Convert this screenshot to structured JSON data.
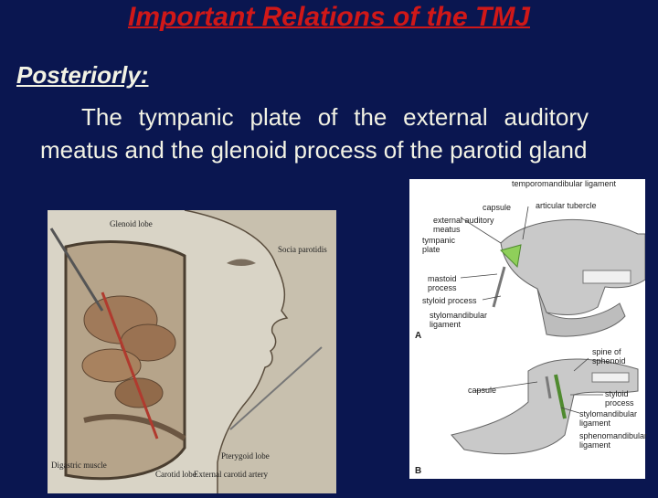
{
  "slide": {
    "title": "Important Relations of the TMJ",
    "subheading": "Posteriorly:",
    "body": "The tympanic plate of the external auditory meatus and the glenoid process of the parotid gland"
  },
  "figure_left": {
    "labels": {
      "glenoid_lobe": "Glenoid lobe",
      "socia_parotidis": "Socia parotidis",
      "digastric_muscle": "Digastric muscle",
      "carotid_lobe": "Carotid lobe",
      "pterygoid_lobe": "Pterygoid lobe",
      "external_carotid_artery": "External carotid artery"
    }
  },
  "figure_right": {
    "panel_a": "A",
    "panel_b": "B",
    "labels": {
      "temporomandibular_ligament": "temporomandibular ligament",
      "capsule_a": "capsule",
      "articular_tubercle": "articular tubercle",
      "external_auditory_meatus": "external auditory meatus",
      "tympanic_plate": "tympanic plate",
      "mastoid_process": "mastoid process",
      "styloid_process_a": "styloid process",
      "stylomandibular_ligament_a": "stylomandibular ligament",
      "spine_of_sphenoid": "spine of sphenoid",
      "capsule_b": "capsule",
      "styloid_process_b": "styloid process",
      "stylomandibular_ligament_b": "stylomandibular ligament",
      "sphenomandibular_ligament": "sphenomandibular ligament"
    }
  }
}
